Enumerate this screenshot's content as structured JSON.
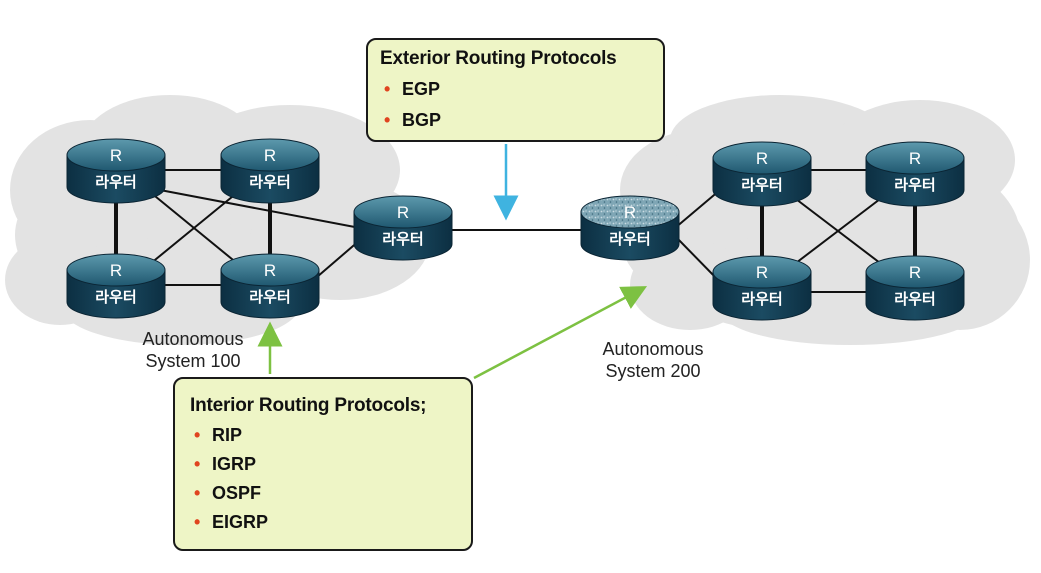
{
  "exterior": {
    "title": "Exterior Routing Protocols",
    "items": [
      "EGP",
      "BGP"
    ]
  },
  "interior": {
    "title": "Interior Routing Protocols;",
    "items": [
      "RIP",
      "IGRP",
      "OSPF",
      "EIGRP"
    ]
  },
  "as100": {
    "line1": "Autonomous",
    "line2": "System 100"
  },
  "as200": {
    "line1": "Autonomous",
    "line2": "System 200"
  },
  "router": {
    "symbol": "R",
    "name": "라우터"
  },
  "bullet": "•",
  "colors": {
    "router_body": "#123f55",
    "router_top": "#2f6f87",
    "cloud": "#e3e3e3",
    "callout_fill": "#eef5c6",
    "bullet": "#e0441f",
    "exterior_arrow": "#3fb3e0",
    "interior_arrow": "#7dc142"
  }
}
